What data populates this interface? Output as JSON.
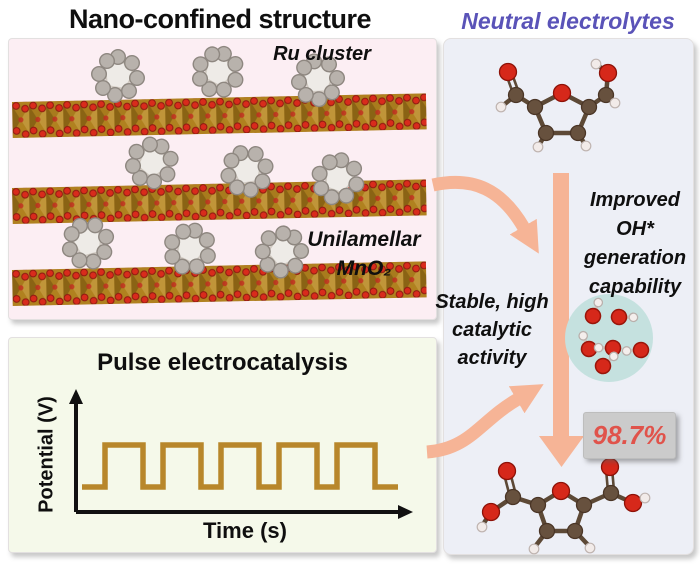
{
  "titles": {
    "left": "Nano-confined structure",
    "right": "Neutral electrolytes"
  },
  "nano_panel": {
    "ru_cluster_label": "Ru cluster",
    "unilamellar_lines": [
      "Unilamellar",
      "MnO₂"
    ]
  },
  "pulse_panel": {
    "title": "Pulse electrocatalysis",
    "y_axis_label": "Potential (V)",
    "x_axis_label": "Time (s)"
  },
  "right_panel": {
    "improved_lines": [
      "Improved",
      "OH*",
      "generation",
      "capability"
    ],
    "stable_lines": [
      "Stable, high",
      "catalytic",
      "activity"
    ],
    "yield_value": "98.7%"
  },
  "colors": {
    "accent_arrow": "#f6b496",
    "neutral_title": "#5a53b8",
    "yield_text": "#e0534b",
    "yield_box_bg": "#cbcbcb",
    "pulse_wave": "#b8872b",
    "panel_pink_bg": "#fceef3",
    "panel_green_bg": "#f5f9ea",
    "panel_right_bg": "#edeff6",
    "oh_bubble_bg": "#c5e1df",
    "mno2_gold": "#b0811f",
    "oxygen_red": "#d6281a",
    "ru_gray": "#b8b2ac"
  },
  "icons": {
    "flow_arrow_vertical": "thick-down-arrow",
    "flow_arrow_top": "curved-right-down-arrow",
    "flow_arrow_bottom": "curved-right-up-arrow"
  }
}
